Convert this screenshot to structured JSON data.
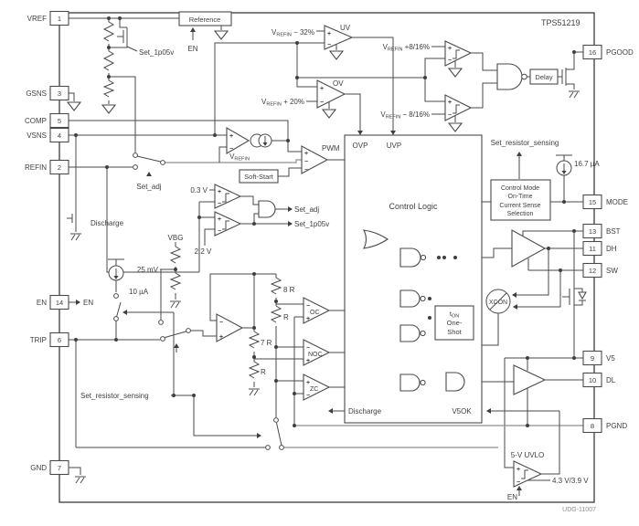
{
  "title": "TPS51219",
  "drawing_code": "UDG-11007",
  "pins": {
    "left": [
      {
        "name": "VREF",
        "num": "1"
      },
      {
        "name": "GSNS",
        "num": "3"
      },
      {
        "name": "COMP",
        "num": "5"
      },
      {
        "name": "VSNS",
        "num": "4"
      },
      {
        "name": "REFIN",
        "num": "2"
      },
      {
        "name": "EN",
        "num": "14"
      },
      {
        "name": "TRIP",
        "num": "6"
      },
      {
        "name": "GND",
        "num": "7"
      }
    ],
    "right": [
      {
        "name": "PGOOD",
        "num": "16"
      },
      {
        "name": "MODE",
        "num": "15"
      },
      {
        "name": "BST",
        "num": "13"
      },
      {
        "name": "DH",
        "num": "11"
      },
      {
        "name": "SW",
        "num": "12"
      },
      {
        "name": "V5",
        "num": "9"
      },
      {
        "name": "DL",
        "num": "10"
      },
      {
        "name": "PGND",
        "num": "8"
      }
    ]
  },
  "blocks": {
    "reference": "Reference",
    "delay": "Delay",
    "soft_start": "Soft-Start",
    "control_logic": "Control Logic",
    "mode_block": [
      "Control Mode",
      "On-Time",
      "Current Sense",
      "Selection"
    ],
    "ton": {
      "pre": "t",
      "sub": "ON",
      "line2": "One-",
      "line3": "Shot"
    },
    "xcon": "XCON"
  },
  "signals": {
    "en": "EN",
    "set_1p05v": "Set_1p05v",
    "set_adj": "Set_adj",
    "set_resistor_sensing": "Set_resistor_sensing",
    "discharge": "Discharge",
    "vrefin": {
      "pre": "V",
      "sub": "REFIN",
      "post": ""
    },
    "vrefin_m32": {
      "pre": "V",
      "sub": "REFIN",
      "post": " − 32%"
    },
    "vrefin_p20": {
      "pre": "V",
      "sub": "REFIN",
      "post": " + 20%"
    },
    "vrefin_p816": {
      "pre": "V",
      "sub": "REFIN",
      "post": " +8/16%"
    },
    "vrefin_m816": {
      "pre": "V",
      "sub": "REFIN",
      "post": " − 8/16%"
    },
    "uv": "UV",
    "ov": "OV",
    "pwm": "PWM",
    "oc": "OC",
    "noc": "NOC",
    "zc": "ZC",
    "ovp": "OVP",
    "uvp": "UVP",
    "v5ok": "V5OK",
    "v03": "0.3 V",
    "v22": "2.2 V",
    "vbg": "VBG",
    "mv25": "25 mV",
    "ua10": "10 µA",
    "ua167": "16.7 µA",
    "r8": "8 R",
    "r": "R",
    "r7": "7 R",
    "uvlo": "5-V UVLO",
    "uvlo_th": "4.3 V/3.9 V",
    "plus": "+",
    "minus": "−"
  },
  "colors": {
    "line": "#4a4a4a",
    "rail": "#8f8f8f",
    "background": "#ffffff"
  }
}
